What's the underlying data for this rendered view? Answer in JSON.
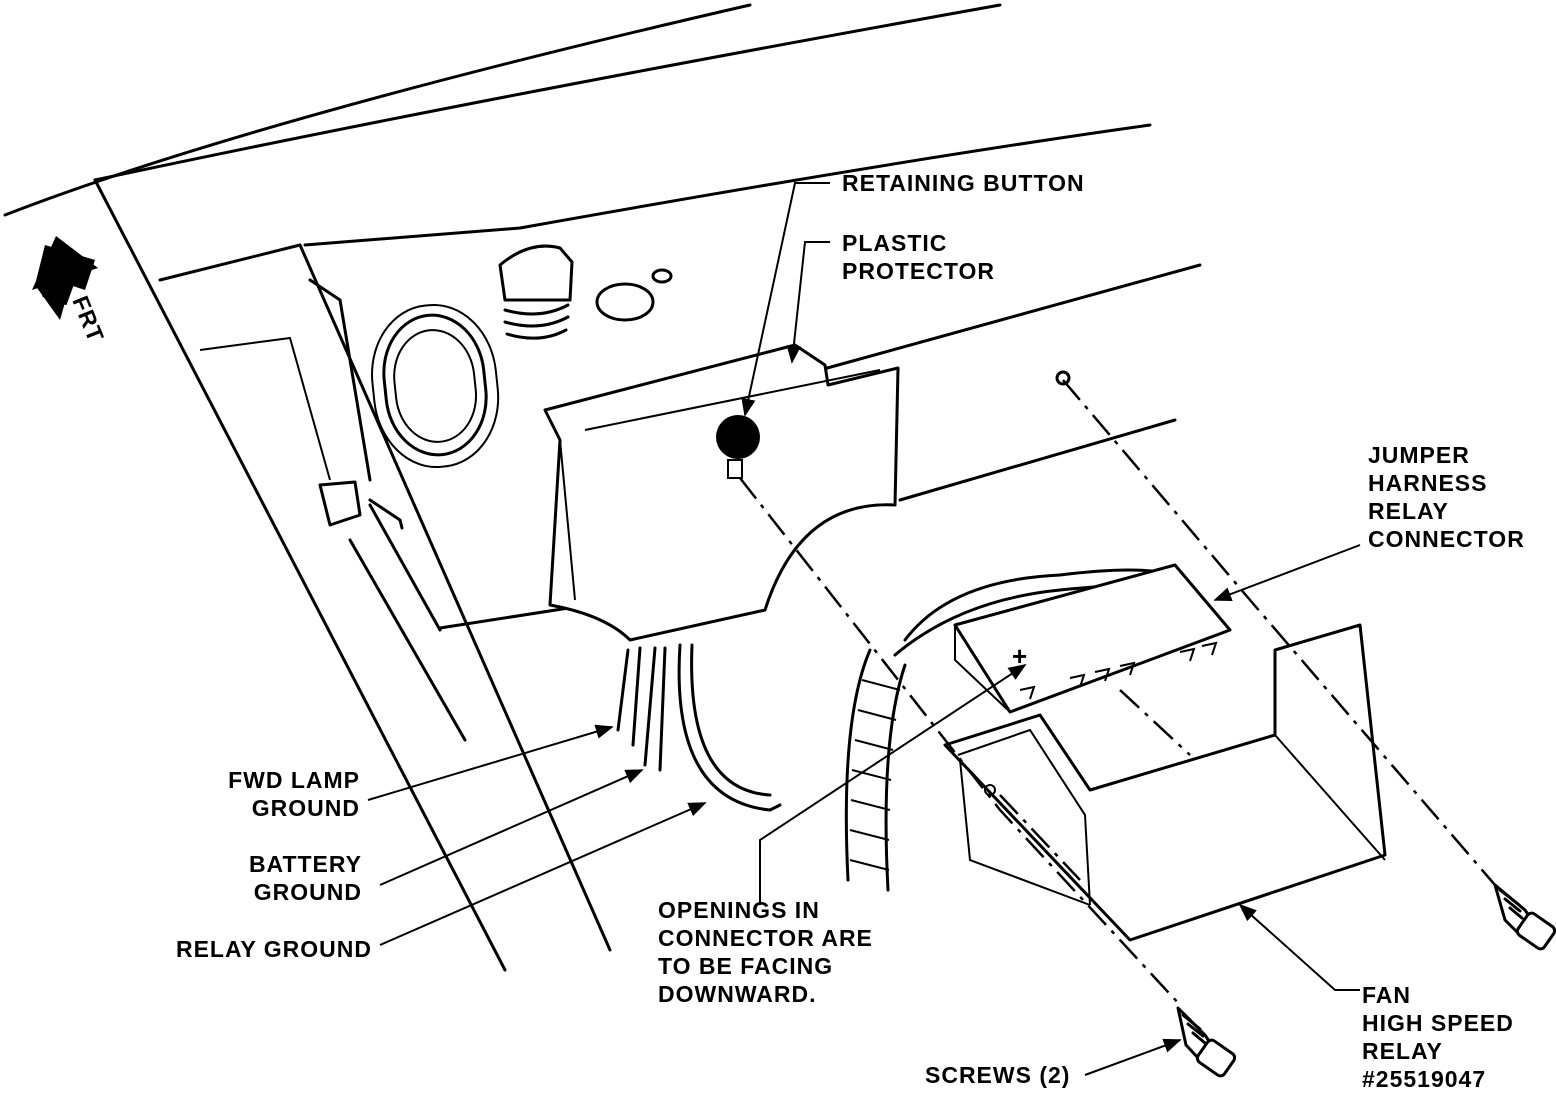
{
  "labels": {
    "retaining_button": "RETAINING BUTTON",
    "plastic_protector": [
      "PLASTIC",
      "PROTECTOR"
    ],
    "frt": "FRT",
    "jumper_harness": [
      "JUMPER",
      "HARNESS",
      "RELAY",
      "CONNECTOR"
    ],
    "fwd_lamp_ground": [
      "FWD LAMP",
      "GROUND"
    ],
    "battery_ground": [
      "BATTERY",
      "GROUND"
    ],
    "relay_ground": "RELAY GROUND",
    "openings_note": [
      "OPENINGS IN",
      "CONNECTOR ARE",
      "TO BE FACING",
      "DOWNWARD."
    ],
    "screws": "SCREWS (2)",
    "fan_relay": [
      "FAN",
      "HIGH SPEED",
      "RELAY",
      "#25519047"
    ]
  },
  "colors": {
    "ink": "#000000",
    "paper": "#ffffff"
  },
  "icons": {
    "front_arrow": "arrow-up-icon"
  }
}
